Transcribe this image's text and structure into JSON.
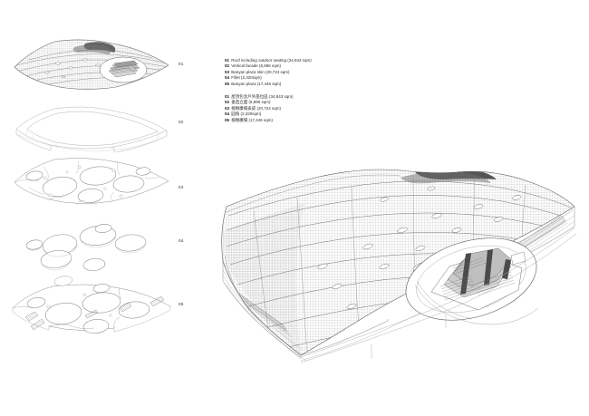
{
  "page": {
    "background": "#ffffff",
    "line_color": "#8a8a8a",
    "dark_accent": "#3a3a3a"
  },
  "index_labels": [
    {
      "id": "01"
    },
    {
      "id": "02"
    },
    {
      "id": "03"
    },
    {
      "id": "04"
    },
    {
      "id": "05"
    }
  ],
  "legend_en": {
    "items": [
      {
        "num": "01",
        "text": "Roof including outdoor seating (34,843 sqm)"
      },
      {
        "num": "02",
        "text": "Vertical facade (6,896 sqm)"
      },
      {
        "num": "03",
        "text": "Banyan plaza skin (20,724 sqm)"
      },
      {
        "num": "04",
        "text": "Fillet (2,320sqm)"
      },
      {
        "num": "05",
        "text": "Banyan plaza (17,446 sqm)"
      }
    ]
  },
  "legend_cjk": {
    "items": [
      {
        "num": "01",
        "text": "屋頂包含戶外座位區 (34,843 sqm)"
      },
      {
        "num": "02",
        "text": "垂直立面 (6,896 sqm)"
      },
      {
        "num": "03",
        "text": "榕樹廣場表皮 (20,724 sqm)"
      },
      {
        "num": "04",
        "text": "圓角 (2,320sqm)"
      },
      {
        "num": "05",
        "text": "榕樹廣場 (17,446 sqm)"
      }
    ]
  },
  "layers": [
    {
      "id": "01",
      "name": "roof-including-outdoor-seating"
    },
    {
      "id": "02",
      "name": "vertical-facade"
    },
    {
      "id": "03",
      "name": "banyan-plaza-skin"
    },
    {
      "id": "04",
      "name": "fillet"
    },
    {
      "id": "05",
      "name": "banyan-plaza"
    }
  ],
  "main_view": {
    "name": "assembled-axonometric"
  }
}
